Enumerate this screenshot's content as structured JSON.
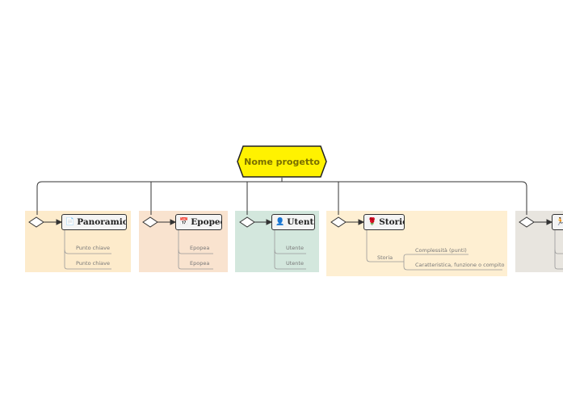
{
  "root": {
    "label": "Nome progetto",
    "fill": "#fff200"
  },
  "branches": [
    {
      "icon": "document-icon",
      "glyph": "📄",
      "label": "Panoramica",
      "color": "#fdebcb",
      "children": [
        "Punto chiave",
        "Punto chiave"
      ]
    },
    {
      "icon": "calendar-icon",
      "glyph": "📅",
      "label": "Epopee",
      "color": "#f9e3cf",
      "children": [
        "Epopea",
        "Epopea"
      ]
    },
    {
      "icon": "user-icon",
      "glyph": "👤",
      "label": "Utenti",
      "color": "#d3e7dd",
      "children": [
        "Utente",
        "Utente"
      ]
    },
    {
      "icon": "rose-icon",
      "glyph": "🌹",
      "label": "Storie",
      "color": "#feefd2",
      "child_label": "Storia",
      "grandchildren": [
        "Complessità (punti)",
        "Caratteristica, funzione o compito"
      ]
    },
    {
      "icon": "runner-icon",
      "glyph": "🏃",
      "label": "",
      "color": "#e8e5df",
      "children": []
    }
  ]
}
